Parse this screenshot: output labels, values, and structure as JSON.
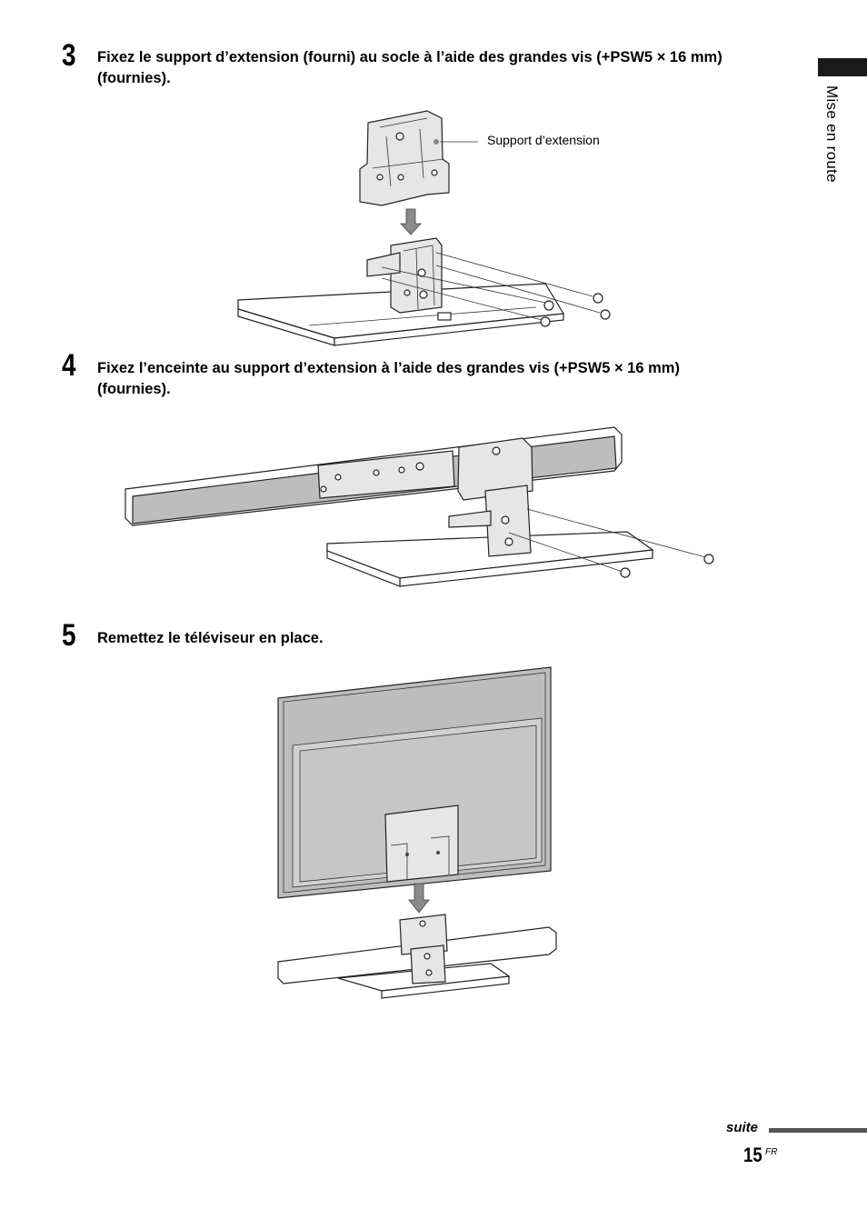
{
  "section": {
    "label": "Mise en route"
  },
  "steps": [
    {
      "number": "3",
      "line1": "Fixez le support d’extension (fourni) au socle à l’aide des grandes vis (+PSW5 × 16 mm)",
      "line2": "(fournies)."
    },
    {
      "number": "4",
      "line1": "Fixez l’enceinte au support d’extension à l’aide des grandes vis (+PSW5 × 16 mm)",
      "line2": "(fournies)."
    },
    {
      "number": "5",
      "line1": "Remettez le téléviseur en place.",
      "line2": ""
    }
  ],
  "illustrations": {
    "step3_callout": "Support d’extension"
  },
  "footer": {
    "continued": "suite",
    "page_number": "15",
    "page_suffix": "FR"
  }
}
